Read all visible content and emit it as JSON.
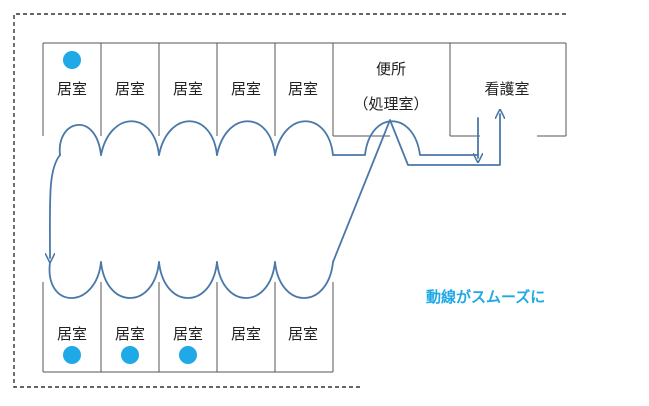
{
  "rooms": {
    "top": [
      "居室",
      "居室",
      "居室",
      "居室",
      "居室"
    ],
    "bottom": [
      "居室",
      "居室",
      "居室",
      "居室",
      "居室"
    ],
    "toilet": "便所",
    "disposal": "（処理室）",
    "nurse": "看護室"
  },
  "occupied": {
    "top": [
      true,
      false,
      false,
      false,
      false
    ],
    "bottom": [
      true,
      true,
      true,
      false,
      false
    ]
  },
  "annotation": "動線がスムーズに",
  "colors": {
    "path": "#4a78a8",
    "marker": "#1fa9e6",
    "annotation": "#1fa9e6",
    "walls": "#555555",
    "border": "#333333"
  }
}
